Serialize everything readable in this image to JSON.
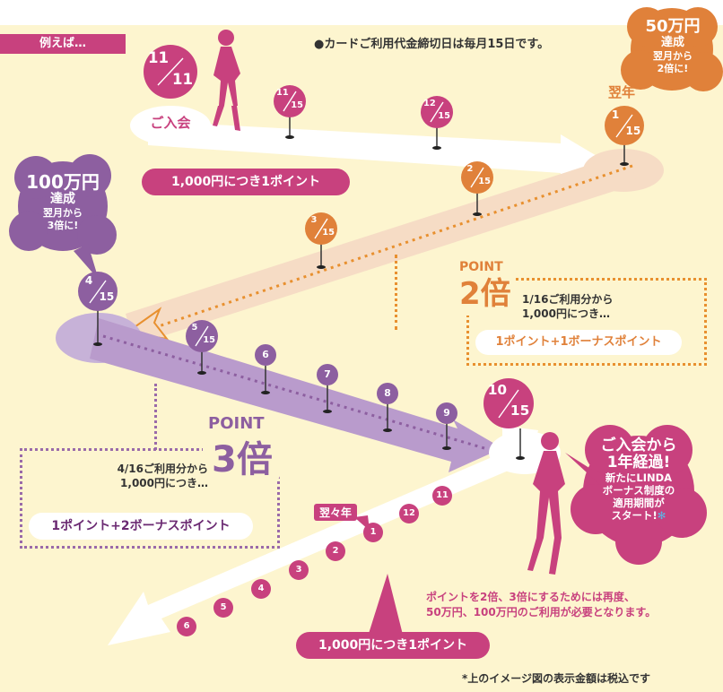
{
  "header": {
    "example_label": "例えば…",
    "cutoff_note": "●カードご利用代金締切日は毎月15日です。"
  },
  "footnote": "*上のイメージ図の表示金額は税込です",
  "colors": {
    "pink": "#c8417e",
    "orange": "#e0813a",
    "purple": "#8d5fa0",
    "background": "#fdf5cf"
  },
  "timeline": {
    "join_date": "11/11",
    "join_label": "ご入会",
    "segment1_dates": [
      "11/15",
      "12/15"
    ],
    "next_year_label": "翌年",
    "segment2_dates": [
      "1/15",
      "2/15",
      "3/15"
    ],
    "segment3_dates": [
      "4/15",
      "5/15",
      "6",
      "7",
      "8",
      "9"
    ],
    "segment4_date": "10/15",
    "year_after_next_label": "翌々年",
    "segment5_months": [
      "11",
      "12",
      "1",
      "2",
      "3",
      "4",
      "5",
      "6"
    ]
  },
  "rates": {
    "base_rate": "1,000円につき1ポイント",
    "final_rate": "1,000円につき1ポイント"
  },
  "milestones": {
    "m50": {
      "amount": "50万円",
      "achieved": "達成",
      "note_line1": "翌月から",
      "note_line2": "2倍に!"
    },
    "m100": {
      "amount": "100万円",
      "achieved": "達成",
      "note_line1": "翌月から",
      "note_line2": "3倍に!"
    }
  },
  "point2": {
    "point_label": "POINT",
    "multiplier": "2倍",
    "desc_line1": "1/16ご利用分から",
    "desc_line2": "1,000円につき…",
    "reward": "1ポイント+1ボーナスポイント"
  },
  "point3": {
    "point_label": "POINT",
    "multiplier": "3倍",
    "desc_line1": "4/16ご利用分から",
    "desc_line2": "1,000円につき…",
    "reward": "1ポイント+2ボーナスポイント"
  },
  "anniversary": {
    "line1": "ご入会から",
    "line2": "1年経過!",
    "line3": "新たにLINDA",
    "line4": "ボーナス制度の",
    "line5": "適用期間が",
    "line6": "スタート!"
  },
  "reset_note": {
    "line1": "ポイントを2倍、3倍にするためには再度、",
    "line2": "50万円、100万円のご利用が必要となります。"
  }
}
